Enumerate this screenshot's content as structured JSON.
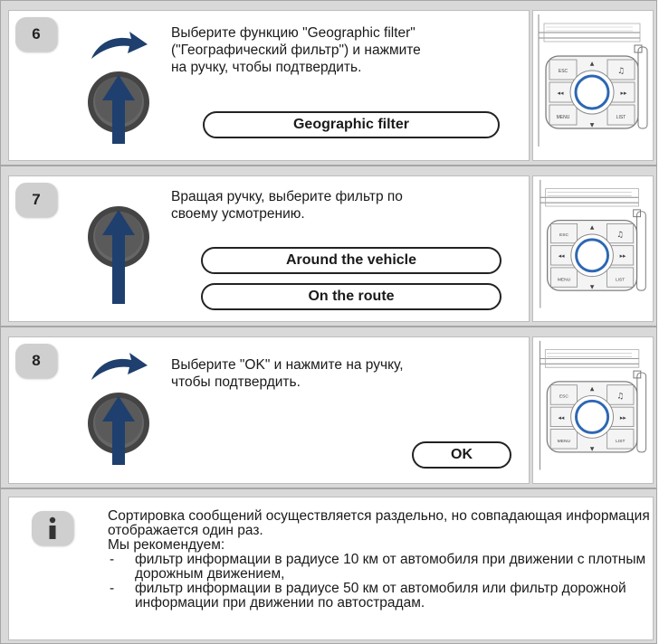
{
  "steps": [
    {
      "number": "6",
      "text": "Выберите функцию \"Geographic filter\"\n(\"Географический фильтр\") и нажмите\nна ручку, чтобы подтвердить.",
      "buttons": [
        "Geographic filter"
      ]
    },
    {
      "number": "7",
      "text": "Вращая ручку, выберите фильтр по\nсвоему усмотрению.",
      "buttons": [
        "Around the vehicle",
        "On the route"
      ]
    },
    {
      "number": "8",
      "text": "Выберите \"OK\" и нажмите на ручку,\nчтобы подтвердить.",
      "buttons": [
        "OK"
      ]
    }
  ],
  "console": {
    "esc": "ESC",
    "menu": "MENU",
    "list": "LIST"
  },
  "info": {
    "icon": "info-icon",
    "paragraph1": "Сортировка сообщений осуществляется раздельно, но совпадающая информация отображается один раз.",
    "paragraph2": "Мы рекомендуем:",
    "bullets": [
      "фильтр информации в радиусе 10 км от автомобиля при движении с плотным дорожным движением,",
      "фильтр информации в радиусе 50 км от автомобиля или фильтр дорожной информации при движении по автострадам."
    ]
  },
  "colors": {
    "frame": "#d9d9d9",
    "arrow": "#1f3f6e",
    "knob": "#555555"
  }
}
